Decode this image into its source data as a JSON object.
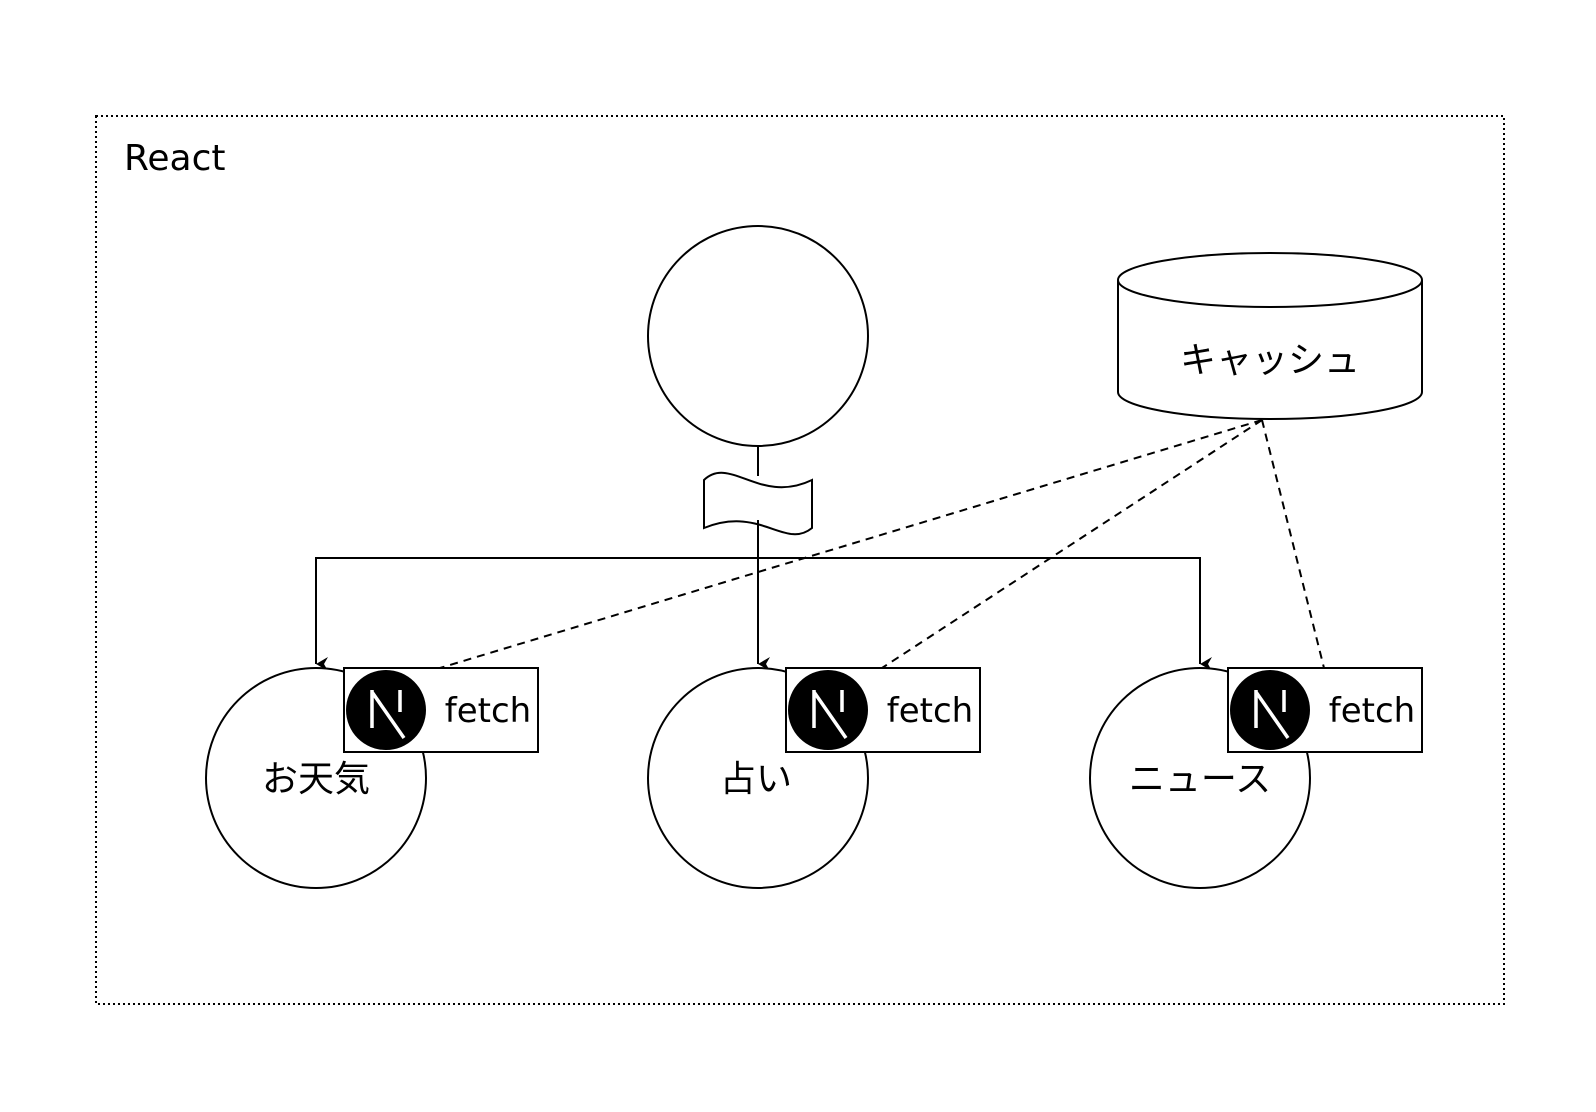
{
  "frame": {
    "label": "React"
  },
  "root_node": {
    "label": ""
  },
  "cache": {
    "label": "キャッシュ"
  },
  "children": [
    {
      "id": "weather",
      "label": "お天気",
      "badge": {
        "icon": "nextjs-icon",
        "label": "fetch"
      }
    },
    {
      "id": "fortune",
      "label": "占い",
      "badge": {
        "icon": "nextjs-icon",
        "label": "fetch"
      }
    },
    {
      "id": "news",
      "label": "ニュース",
      "badge": {
        "icon": "nextjs-icon",
        "label": "fetch"
      }
    }
  ],
  "colors": {
    "stroke": "#000000",
    "background": "#ffffff",
    "icon_fill": "#000000",
    "icon_glyph": "#ffffff"
  }
}
